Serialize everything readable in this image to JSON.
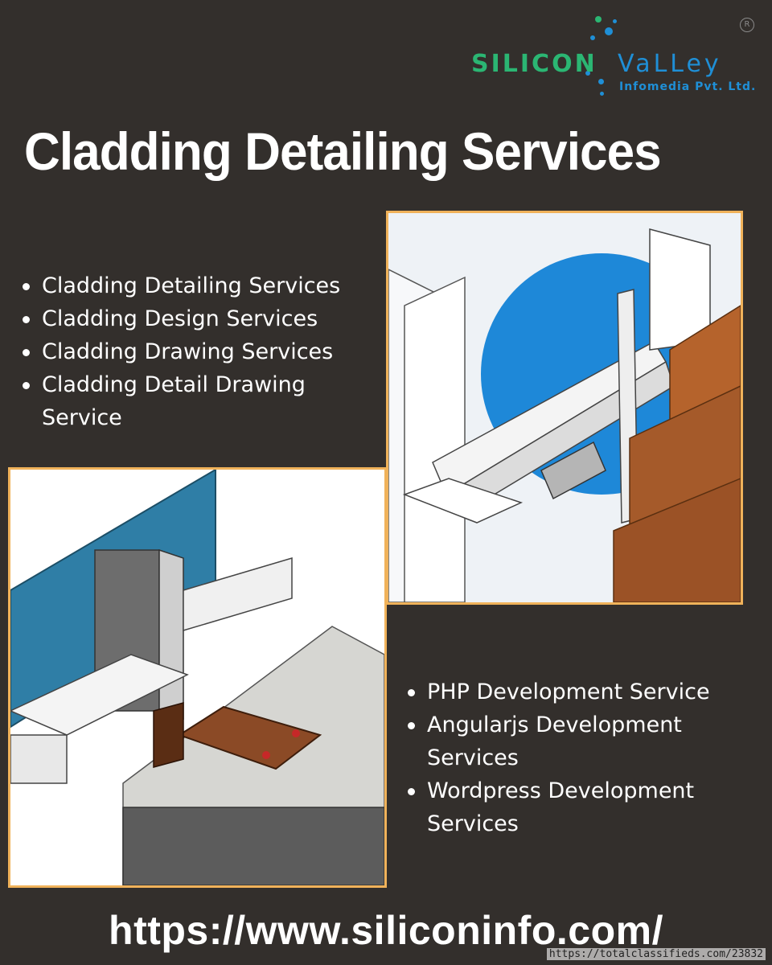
{
  "brand": {
    "name_part1": "SILICON",
    "name_part2": "VaLLey",
    "tagline": "Infomedia Pvt. Ltd.",
    "registered_mark": "R",
    "colors": {
      "green": "#2bb673",
      "blue": "#1f8fd6"
    }
  },
  "title": "Cladding Detailing Services",
  "services_cladding": [
    "Cladding Detailing Services",
    "Cladding Design Services",
    "Cladding Drawing Services",
    "Cladding Detail Drawing Service"
  ],
  "services_development": [
    "PHP Development Service",
    "Angularjs Development Services",
    "Wordpress Development Services"
  ],
  "website_url": "https://www.siliconinfo.com/",
  "watermark": "https://totalclassifieds.com/23832",
  "colors": {
    "background": "#332f2c",
    "panel_border": "#f0b25a",
    "accent_blue": "#1e88d8",
    "wood": "#a55a2a"
  }
}
